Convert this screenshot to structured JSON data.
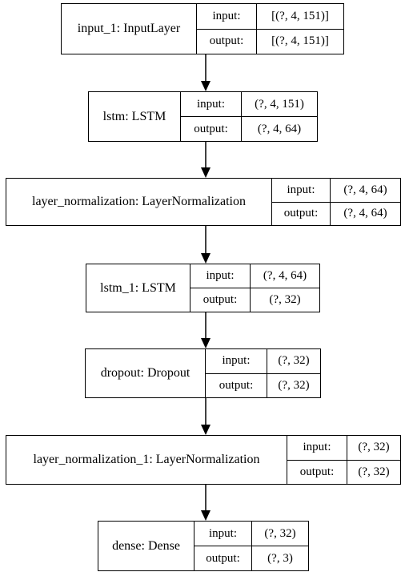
{
  "layers": [
    {
      "name": "input_1: InputLayer",
      "input_label": "input:",
      "input_shape": "[(?, 4, 151)]",
      "output_label": "output:",
      "output_shape": "[(?, 4, 151)]"
    },
    {
      "name": "lstm: LSTM",
      "input_label": "input:",
      "input_shape": "(?, 4, 151)",
      "output_label": "output:",
      "output_shape": "(?, 4, 64)"
    },
    {
      "name": "layer_normalization: LayerNormalization",
      "input_label": "input:",
      "input_shape": "(?, 4, 64)",
      "output_label": "output:",
      "output_shape": "(?, 4, 64)"
    },
    {
      "name": "lstm_1: LSTM",
      "input_label": "input:",
      "input_shape": "(?, 4, 64)",
      "output_label": "output:",
      "output_shape": "(?, 32)"
    },
    {
      "name": "dropout: Dropout",
      "input_label": "input:",
      "input_shape": "(?, 32)",
      "output_label": "output:",
      "output_shape": "(?, 32)"
    },
    {
      "name": "layer_normalization_1: LayerNormalization",
      "input_label": "input:",
      "input_shape": "(?, 32)",
      "output_label": "output:",
      "output_shape": "(?, 32)"
    },
    {
      "name": "dense: Dense",
      "input_label": "input:",
      "input_shape": "(?, 32)",
      "output_label": "output:",
      "output_shape": "(?, 3)"
    }
  ],
  "edges": [
    [
      0,
      1
    ],
    [
      1,
      2
    ],
    [
      2,
      3
    ],
    [
      3,
      4
    ],
    [
      4,
      5
    ],
    [
      5,
      6
    ]
  ]
}
